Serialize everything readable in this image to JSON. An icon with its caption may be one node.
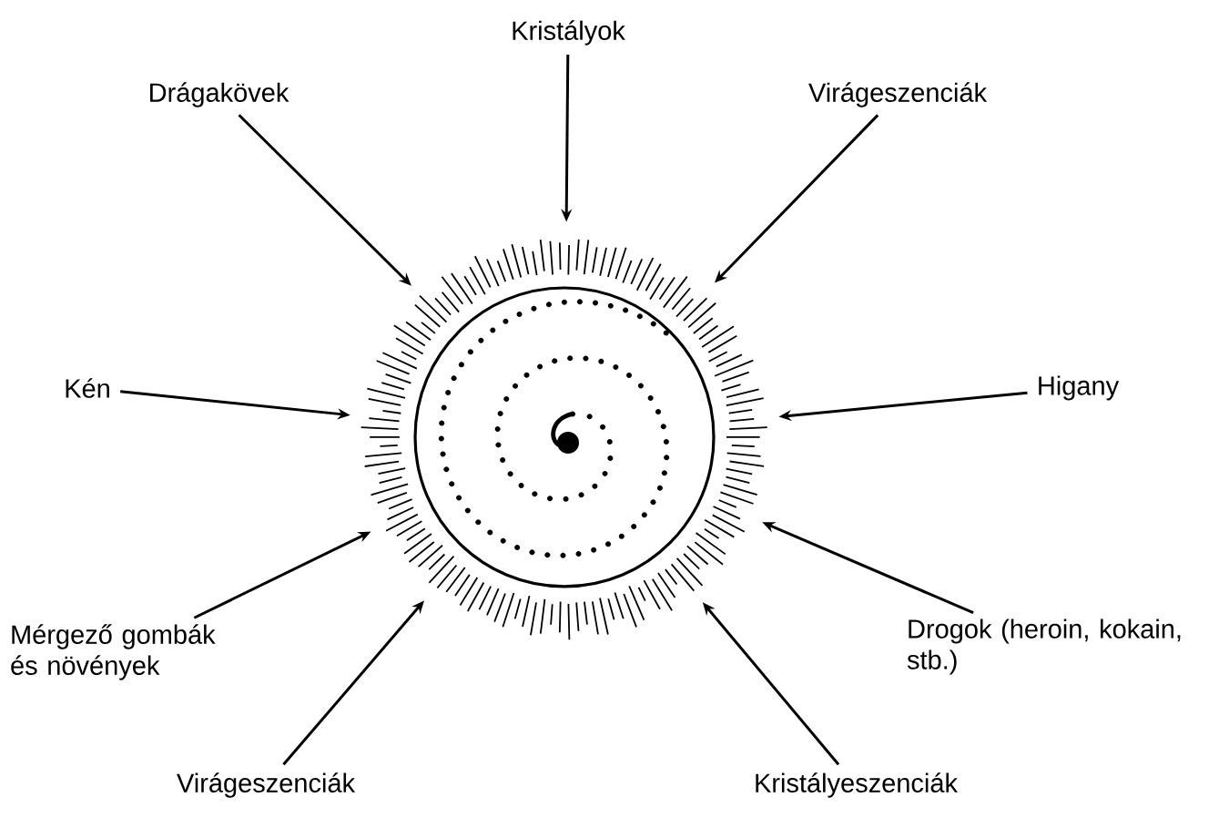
{
  "diagram": {
    "nodes": [
      {
        "text": [],
        "shape": "circle"
      },
      {
        "text": [
          "Kristályok"
        ]
      },
      {
        "text": [
          "Drágakövek"
        ]
      },
      {
        "text": [
          "Virágeszenciák"
        ]
      },
      {
        "text": [
          "Kén"
        ]
      },
      {
        "text": [
          "Higany"
        ]
      },
      {
        "text": [
          "Mérgező gombák és növények"
        ]
      },
      {
        "text": [
          "Drogok (heroin, kokain, stb.)"
        ]
      },
      {
        "text": [
          "Virágeszenciák"
        ]
      },
      {
        "text": [
          "Kristályeszenciák"
        ]
      }
    ],
    "edges": [
      {
        "from": 1,
        "to": 0,
        "arrow": "to"
      },
      {
        "from": 2,
        "to": 0,
        "arrow": "to"
      },
      {
        "from": 3,
        "to": 0,
        "arrow": "to"
      },
      {
        "from": 4,
        "to": 0,
        "arrow": "to"
      },
      {
        "from": 5,
        "to": 0,
        "arrow": "to"
      },
      {
        "from": 6,
        "to": 0,
        "arrow": "to"
      },
      {
        "from": 7,
        "to": 0,
        "arrow": "to"
      },
      {
        "from": 8,
        "to": 0,
        "arrow": "to"
      },
      {
        "from": 9,
        "to": 0,
        "arrow": "to"
      }
    ]
  }
}
